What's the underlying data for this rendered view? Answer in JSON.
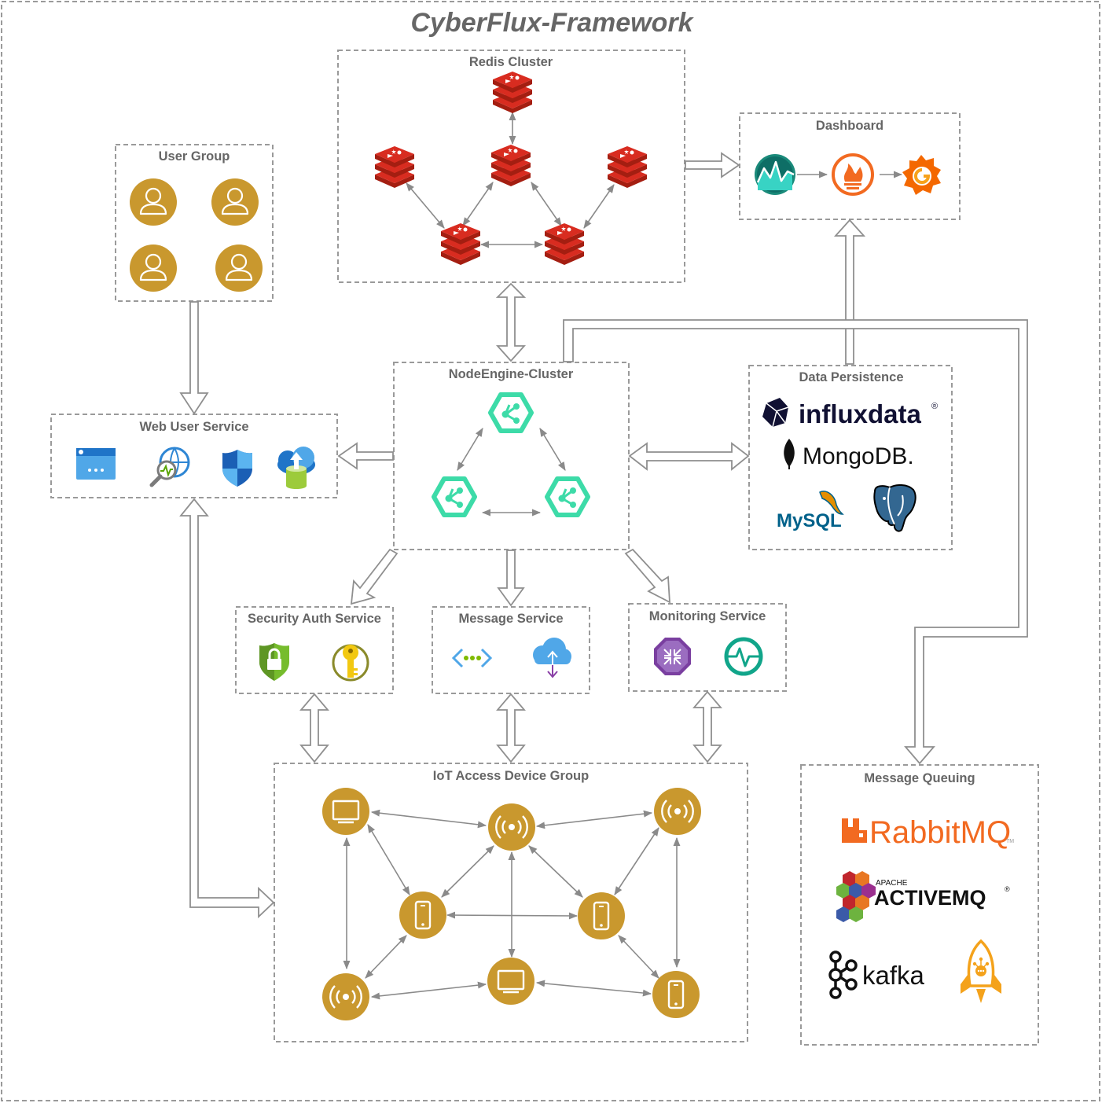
{
  "title": "CyberFlux-Framework",
  "groups": {
    "redis": "Redis Cluster",
    "dashboard": "Dashboard",
    "user_group": "User Group",
    "web_user": "Web User Service",
    "node_engine": "NodeEngine-Cluster",
    "data_persistence": "Data Persistence",
    "security": "Security Auth Service",
    "message": "Message Service",
    "monitoring": "Monitoring Service",
    "iot": "IoT Access Device Group",
    "mq": "Message Queuing"
  },
  "logos": {
    "influx": "influxdata",
    "influx_mark": "®",
    "mongo": "MongoDB.",
    "mysql": "MySQL",
    "rabbit": "RabbitMQ",
    "rabbit_tm": "TM",
    "activemq_small": "APACHE",
    "activemq": "ACTIVEMQ",
    "activemq_mark": "®",
    "kafka": "kafka"
  },
  "colors": {
    "user_gold": "#C9982E",
    "redis_red": "#C6302B",
    "node_green": "#3DDBA8",
    "azure_blue": "#2E86D4",
    "rabbit_orange": "#F26A21",
    "grafana_orange": "#F46800"
  },
  "icons": [
    "user-icon",
    "web-app-icon",
    "app-insights-icon",
    "defender-shield-icon",
    "storage-upload-icon",
    "redis-icon",
    "node-engine-icon",
    "influxdb-logo",
    "mongodb-logo",
    "mysql-logo",
    "postgresql-icon",
    "grafana-icon",
    "prometheus-icon",
    "timeseries-icon",
    "lock-shield-icon",
    "key-icon",
    "connections-icon",
    "cloud-download-icon",
    "router-icon",
    "heartbeat-icon",
    "desktop-icon",
    "wireless-icon",
    "mobile-icon",
    "rabbitmq-logo",
    "activemq-logo",
    "kafka-logo",
    "rocket-mq-icon"
  ]
}
